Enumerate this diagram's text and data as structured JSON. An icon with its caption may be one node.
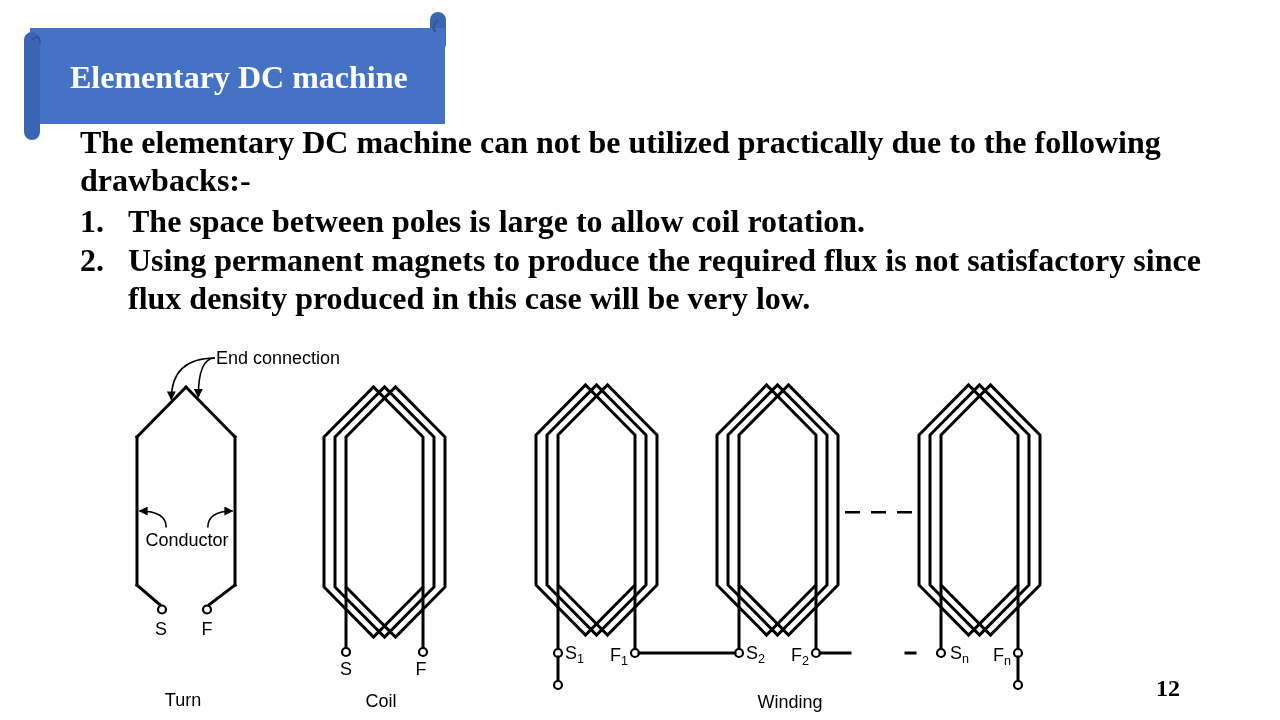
{
  "diagram": {
    "title": "Elementary DC machine",
    "nodes": [
      {
        "text": [
          "End connection"
        ]
      },
      {
        "text": [],
        "shape": "line"
      },
      {
        "text": [],
        "shape": "line"
      },
      {
        "text": [
          "Conductor"
        ]
      },
      {
        "text": [],
        "shape": "line"
      },
      {
        "text": [],
        "shape": "line"
      }
    ],
    "edges": [
      {
        "from": 0,
        "to": 1,
        "arrow": "to"
      },
      {
        "from": 0,
        "to": 2,
        "arrow": "to"
      },
      {
        "from": 3,
        "to": 4,
        "arrow": "to"
      },
      {
        "from": 3,
        "to": 5,
        "arrow": "to"
      }
    ],
    "labels": [
      "The elementary DC machine can not be utilized practically due to the following drawbacks:-",
      "1.",
      "The space between poles is large to allow coil rotation.",
      "2.",
      "Using permanent magnets to produce the required flux is not satisfactory since flux density produced in this case will be very low.",
      "S",
      "F",
      "S",
      "F",
      "S$_{1}$",
      "F$_{1}$",
      "S$_{2}$",
      "F$_{2}$",
      "S$_{n}$",
      "F$_{n}$",
      "Turn",
      "Coil",
      "Winding",
      "12"
    ]
  }
}
